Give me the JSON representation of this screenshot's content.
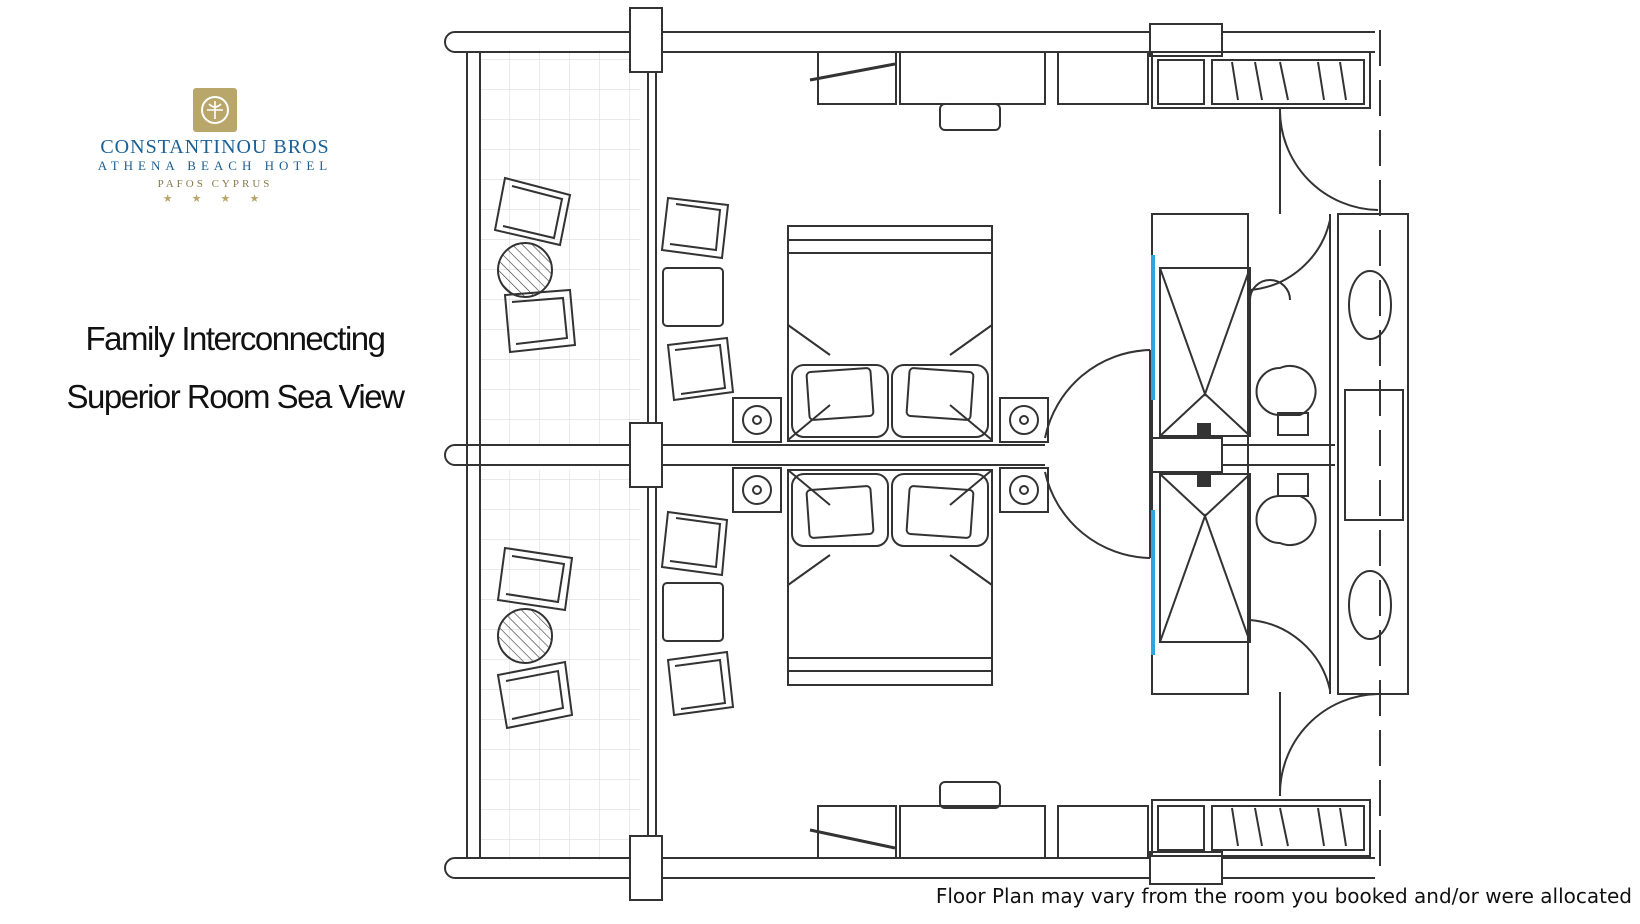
{
  "brand": {
    "name": "CONSTANTINOU BROS",
    "hotel": "ATHENA BEACH HOTEL",
    "location": "PAFOS CYPRUS",
    "stars": "★ ★ ★ ★",
    "colors": {
      "primary": "#1a5f96",
      "gold": "#b8a66a"
    }
  },
  "title": {
    "line1": "Family Interconnecting",
    "line2": "Superior Room Sea View"
  },
  "disclaimer": "Floor Plan may vary from the room you booked and/or were allocated",
  "plan": {
    "line_color": "#333333",
    "window_highlight_color": "#2aa8d8"
  }
}
